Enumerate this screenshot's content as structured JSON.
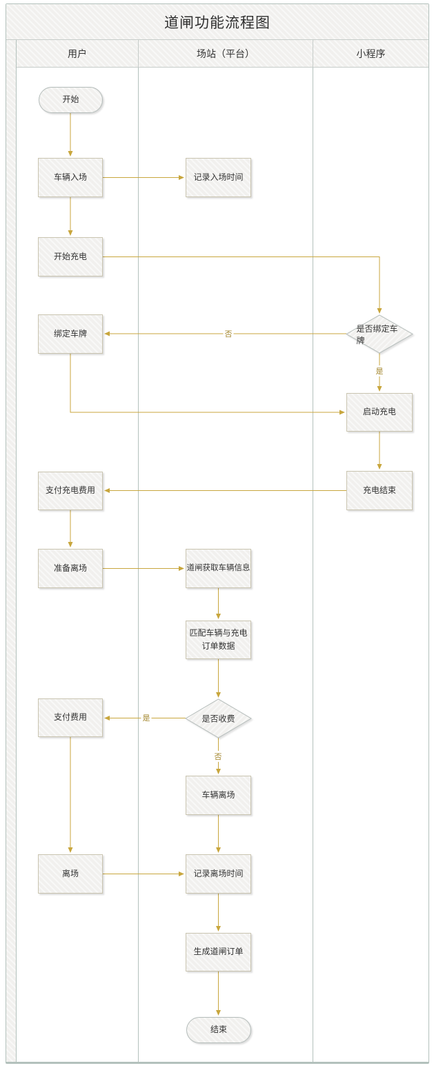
{
  "title": "道闸功能流程图",
  "lanes": [
    {
      "label": "用户"
    },
    {
      "label": "场站（平台）"
    },
    {
      "label": "小程序"
    }
  ],
  "colors": {
    "arrow": "#c8a63d",
    "edge_label": "#a3862c",
    "shape_fill": "#f1f0ee",
    "shape_border": "#c9c4b0",
    "terminator_border": "#b4bcba",
    "frame_border": "#b3c1bc",
    "header_line": "#c6ccc9",
    "text": "#333333"
  },
  "nodes": {
    "start": {
      "label": "开始",
      "type": "terminator",
      "lane": "用户"
    },
    "vehicle_enter": {
      "label": "车辆入场",
      "type": "process",
      "lane": "用户"
    },
    "record_entry_time": {
      "label": "记录入场时间",
      "type": "process",
      "lane": "场站（平台）"
    },
    "start_charging": {
      "label": "开始充电",
      "type": "process",
      "lane": "用户"
    },
    "bind_plate": {
      "label": "绑定车牌",
      "type": "process",
      "lane": "用户"
    },
    "is_plate_bound": {
      "label": "是否绑定车牌",
      "type": "decision",
      "lane": "小程序"
    },
    "launch_charging": {
      "label": "启动充电",
      "type": "process",
      "lane": "小程序"
    },
    "charging_end": {
      "label": "充电结束",
      "type": "process",
      "lane": "小程序"
    },
    "pay_charging_fee": {
      "label": "支付充电费用",
      "type": "process",
      "lane": "用户"
    },
    "prepare_leave": {
      "label": "准备离场",
      "type": "process",
      "lane": "用户"
    },
    "gate_get_vehicle_info": {
      "label": "道闸获取车辆信息",
      "type": "process",
      "lane": "场站（平台）"
    },
    "match_order": {
      "label": "匹配车辆与充电订单数据",
      "type": "process",
      "lane": "场站（平台）"
    },
    "is_fee": {
      "label": "是否收费",
      "type": "decision",
      "lane": "场站（平台）"
    },
    "pay_fee": {
      "label": "支付费用",
      "type": "process",
      "lane": "用户"
    },
    "vehicle_leave": {
      "label": "车辆离场",
      "type": "process",
      "lane": "场站（平台）"
    },
    "leave": {
      "label": "离场",
      "type": "process",
      "lane": "用户"
    },
    "record_leave_time": {
      "label": "记录离场时间",
      "type": "process",
      "lane": "场站（平台）"
    },
    "generate_gate_order": {
      "label": "生成道闸订单",
      "type": "process",
      "lane": "场站（平台）"
    },
    "end": {
      "label": "结束",
      "type": "terminator",
      "lane": "场站（平台）"
    }
  },
  "edges": [
    {
      "from": "start",
      "to": "vehicle_enter",
      "label": ""
    },
    {
      "from": "vehicle_enter",
      "to": "record_entry_time",
      "label": ""
    },
    {
      "from": "vehicle_enter",
      "to": "start_charging",
      "label": ""
    },
    {
      "from": "start_charging",
      "to": "is_plate_bound",
      "label": ""
    },
    {
      "from": "is_plate_bound",
      "to": "bind_plate",
      "label": "否"
    },
    {
      "from": "bind_plate",
      "to": "launch_charging",
      "label": ""
    },
    {
      "from": "is_plate_bound",
      "to": "launch_charging",
      "label": "是"
    },
    {
      "from": "launch_charging",
      "to": "charging_end",
      "label": ""
    },
    {
      "from": "charging_end",
      "to": "pay_charging_fee",
      "label": ""
    },
    {
      "from": "pay_charging_fee",
      "to": "prepare_leave",
      "label": ""
    },
    {
      "from": "prepare_leave",
      "to": "gate_get_vehicle_info",
      "label": ""
    },
    {
      "from": "gate_get_vehicle_info",
      "to": "match_order",
      "label": ""
    },
    {
      "from": "match_order",
      "to": "is_fee",
      "label": ""
    },
    {
      "from": "is_fee",
      "to": "pay_fee",
      "label": "是"
    },
    {
      "from": "is_fee",
      "to": "vehicle_leave",
      "label": "否"
    },
    {
      "from": "pay_fee",
      "to": "leave",
      "label": ""
    },
    {
      "from": "vehicle_leave",
      "to": "record_leave_time",
      "label": ""
    },
    {
      "from": "leave",
      "to": "record_leave_time",
      "label": ""
    },
    {
      "from": "record_leave_time",
      "to": "generate_gate_order",
      "label": ""
    },
    {
      "from": "generate_gate_order",
      "to": "end",
      "label": ""
    }
  ]
}
